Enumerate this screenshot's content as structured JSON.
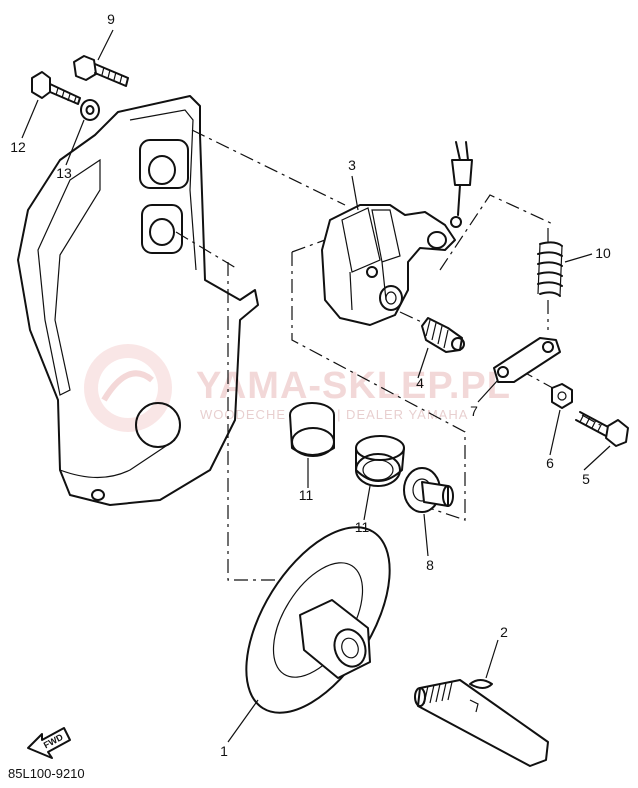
{
  "diagram": {
    "watermark": {
      "title": "YAMA-SKLEP.PL",
      "subtitle": "WOODECHE PL.CZ | DEALER YAMAHA"
    },
    "callouts": [
      {
        "id": "1",
        "label": "1"
      },
      {
        "id": "2",
        "label": "2"
      },
      {
        "id": "3",
        "label": "3"
      },
      {
        "id": "4",
        "label": "4"
      },
      {
        "id": "5",
        "label": "5"
      },
      {
        "id": "6",
        "label": "6"
      },
      {
        "id": "7",
        "label": "7"
      },
      {
        "id": "8",
        "label": "8"
      },
      {
        "id": "9",
        "label": "9"
      },
      {
        "id": "10",
        "label": "10"
      },
      {
        "id": "11a",
        "label": "11"
      },
      {
        "id": "11b",
        "label": "11"
      },
      {
        "id": "12",
        "label": "12"
      },
      {
        "id": "13",
        "label": "13"
      }
    ],
    "fwd_label": "FWD",
    "drawing_code": "85L100-9210"
  }
}
